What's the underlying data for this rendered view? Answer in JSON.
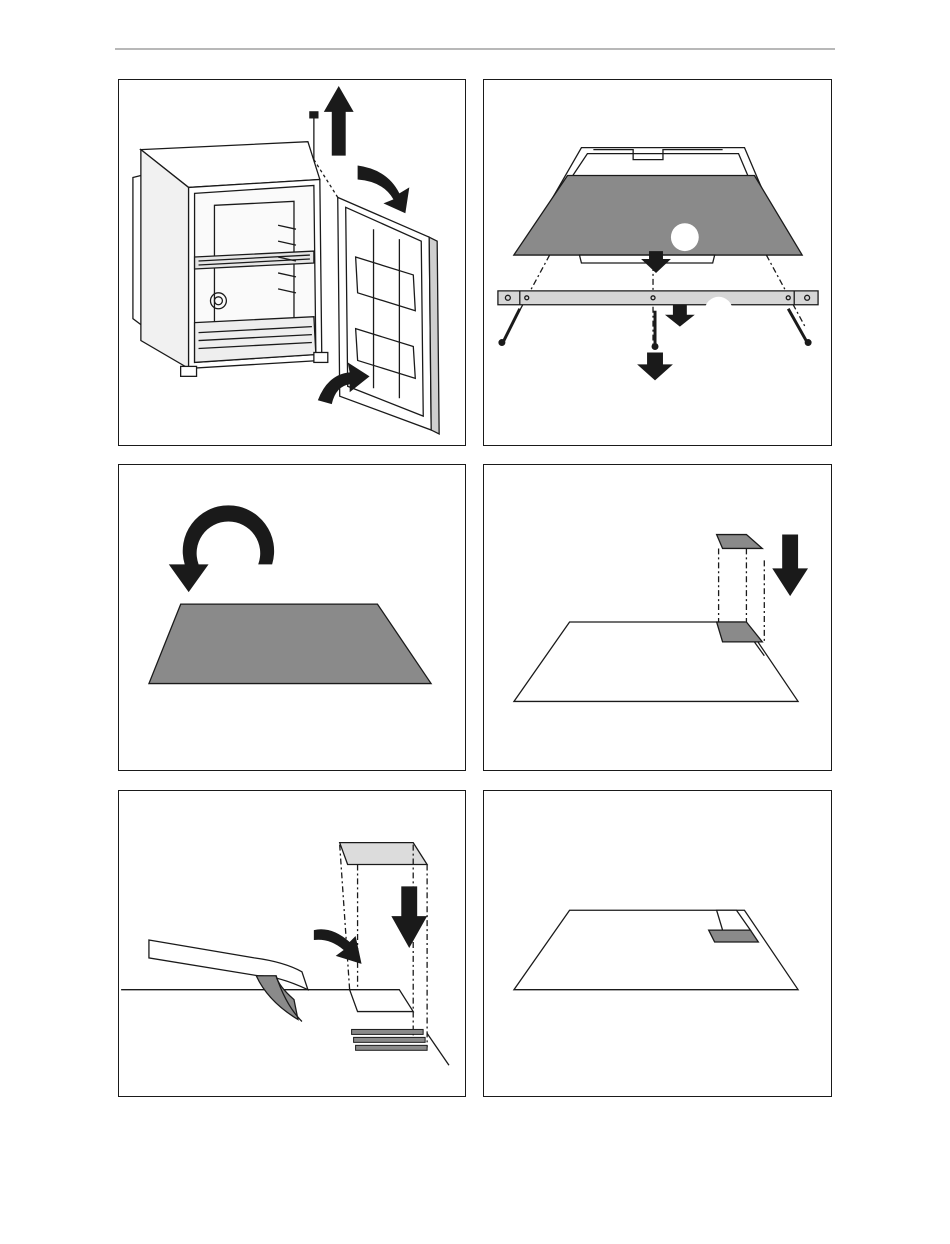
{
  "figure": {
    "panels": [
      {
        "id": "p1",
        "icon": "fridge-door-removal-icon"
      },
      {
        "id": "p2",
        "icon": "door-panel-bracket-icon"
      },
      {
        "id": "p3",
        "icon": "panel-flip-icon"
      },
      {
        "id": "p4",
        "icon": "corner-piece-insert-icon"
      },
      {
        "id": "p5",
        "icon": "adhesive-tape-application-icon"
      },
      {
        "id": "p6",
        "icon": "panel-assembled-icon"
      }
    ]
  },
  "colors": {
    "line": "#1a1a1a",
    "panel_gray": "#8a8a8a",
    "light_gray": "#dcdcdc",
    "divider": "#b8b8b8"
  }
}
